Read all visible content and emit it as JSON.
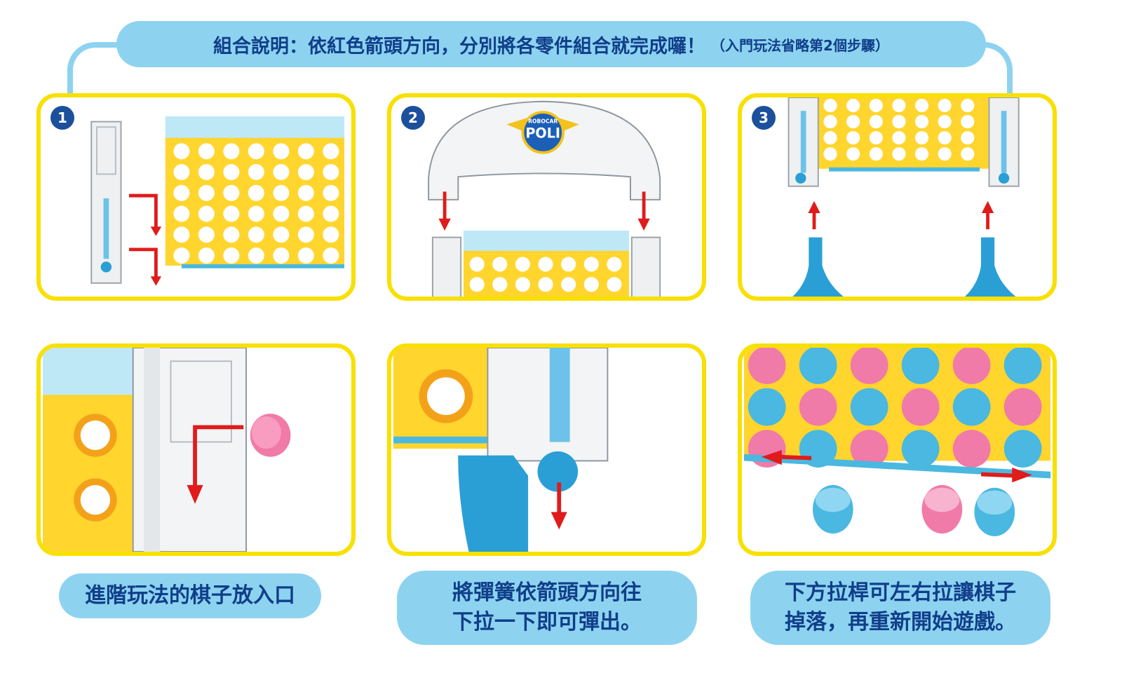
{
  "header": {
    "title": "組合說明：依紅色箭頭方向，分別將各零件組合就完成囉！",
    "note": "（入門玩法省略第2個步驟）"
  },
  "steps": [
    {
      "number": "1"
    },
    {
      "number": "2",
      "logo_top": "ROBOCAR",
      "logo_main": "POLI"
    },
    {
      "number": "3"
    }
  ],
  "captions": [
    {
      "lines": [
        "進階玩法的棋子放入口"
      ]
    },
    {
      "lines": [
        "將彈簧依箭頭方向往",
        "下拉一下即可彈出。"
      ]
    },
    {
      "lines": [
        "下方拉桿可左右拉讓棋子",
        "掉落，再重新開始遊戲。"
      ]
    }
  ],
  "colors": {
    "accent_blue": "#8dd3f0",
    "text_navy": "#103e8a",
    "frame_yellow": "#f8e000",
    "board_yellow": "#ffd52e",
    "arrow_red": "#e01b1b",
    "piece_pink": "#f07aa8",
    "piece_blue": "#4ab8e0"
  }
}
